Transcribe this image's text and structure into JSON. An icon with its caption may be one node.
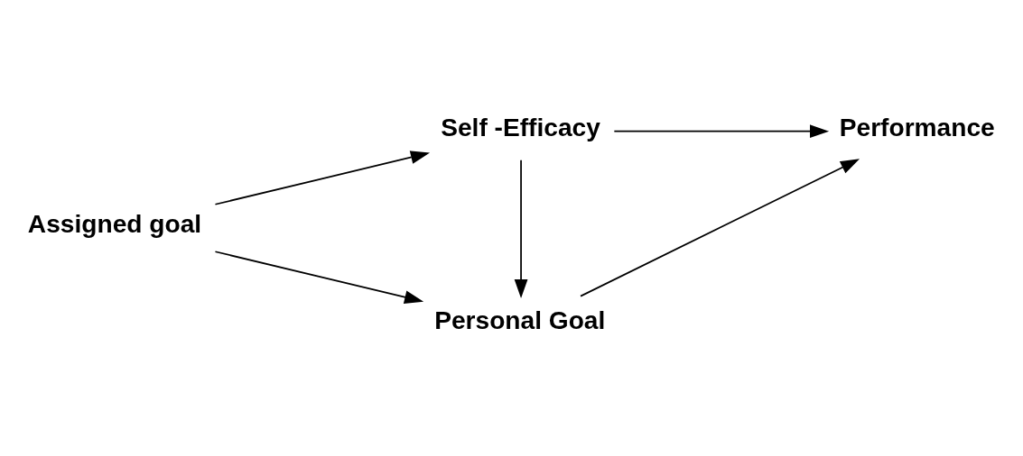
{
  "diagram": {
    "nodes": [
      {
        "text": [
          "Assigned goal"
        ]
      },
      {
        "text": [
          "Self -Efficacy"
        ]
      },
      {
        "text": [
          "Personal Goal"
        ]
      },
      {
        "text": [
          "Performance"
        ]
      }
    ],
    "edges": [
      {
        "from": 0,
        "to": 1,
        "arrow": "to"
      },
      {
        "from": 0,
        "to": 2,
        "arrow": "to"
      },
      {
        "from": 1,
        "to": 2,
        "arrow": "to"
      },
      {
        "from": 1,
        "to": 3,
        "arrow": "to"
      },
      {
        "from": 2,
        "to": 3,
        "arrow": "to"
      }
    ]
  }
}
